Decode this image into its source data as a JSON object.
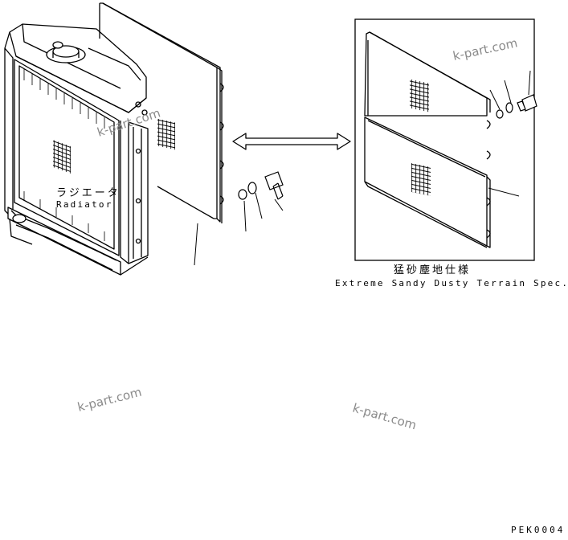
{
  "labels": {
    "radiator_jp": "ラジエータ",
    "radiator_en": "Radiator",
    "spec_jp": "猛砂塵地仕様",
    "spec_en": "Extreme Sandy Dusty Terrain Spec.",
    "drawing_code": "PEK0004"
  },
  "watermarks": [
    "k-part.com",
    "k-part.com",
    "k-part.com",
    "k-part.com"
  ],
  "colors": {
    "line": "#000000",
    "watermark": "#8a8a8a",
    "background": "#ffffff"
  },
  "icons": [
    "double-arrow-icon",
    "mesh-icon",
    "bolt-icon",
    "washer-icon"
  ]
}
